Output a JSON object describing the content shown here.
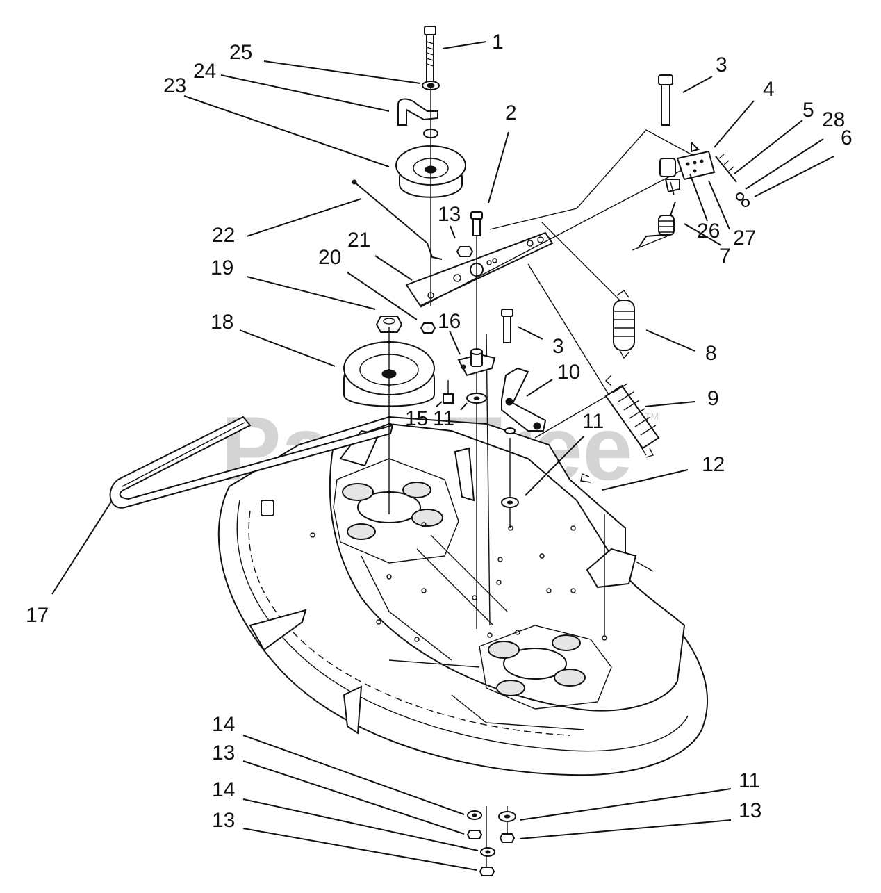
{
  "watermark": {
    "text": "PartsTree",
    "trademark": "TM"
  },
  "callouts": {
    "c1": "1",
    "c2": "2",
    "c3a": "3",
    "c3b": "3",
    "c4": "4",
    "c5": "5",
    "c6": "6",
    "c7": "7",
    "c8": "8",
    "c9": "9",
    "c10": "10",
    "c11a": "11",
    "c11b": "11",
    "c11c": "11",
    "c12": "12",
    "c13a": "13",
    "c13b": "13",
    "c13c": "13",
    "c13d": "13",
    "c14a": "14",
    "c14b": "14",
    "c15": "15",
    "c16": "16",
    "c17": "17",
    "c18": "18",
    "c19": "19",
    "c20": "20",
    "c21": "21",
    "c22": "22",
    "c23": "23",
    "c24": "24",
    "c25": "25",
    "c26": "26",
    "c27": "27",
    "c28": "28"
  },
  "colors": {
    "line": "#111111",
    "watermark": "#d4d4d4",
    "background": "#ffffff"
  }
}
